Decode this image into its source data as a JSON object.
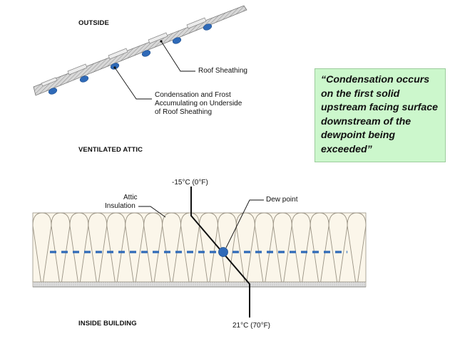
{
  "labels": {
    "outside": "OUTSIDE",
    "roof_sheathing": "Roof Sheathing",
    "condensation_line1": "Condensation and Frost",
    "condensation_line2": "Accumulating on Underside",
    "condensation_line3": "of Roof Sheathing",
    "ventilated_attic": "VENTILATED ATTIC",
    "attic_insulation_line1": "Attic",
    "attic_insulation_line2": "Insulation",
    "top_temp": "-15°C (0°F)",
    "dew_point": "Dew point",
    "bottom_temp": "21°C (70°F)",
    "inside_building": "INSIDE BUILDING"
  },
  "quote": {
    "text": "“Condensation occurs on the first solid upstream facing surface downstream of the dewpoint being exceeded”"
  },
  "colors": {
    "quote_bg": "#ccf7cc",
    "droplet": "#2f6ab8",
    "dew_line": "#2f6ab8",
    "insulation_fill": "#fbf6ea",
    "insulation_stroke": "#9a9384",
    "sheathing": "#c9c9c9",
    "gradient_line": "#111111"
  },
  "counts": {
    "insulation_batts": 18
  }
}
